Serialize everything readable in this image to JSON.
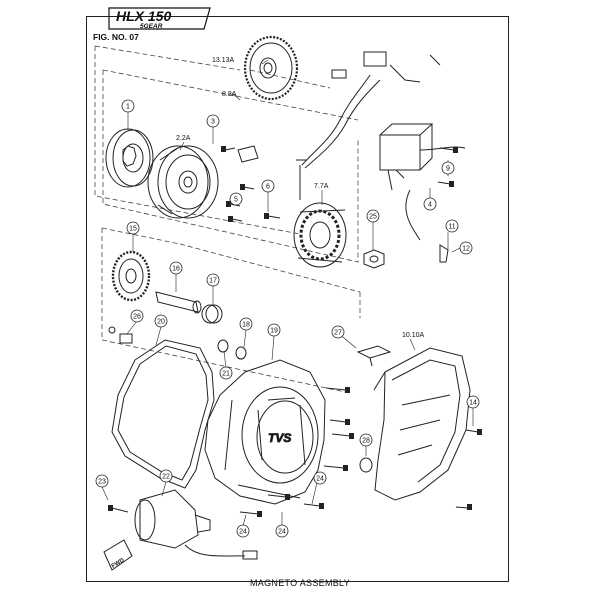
{
  "header": {
    "logo_main": "HLX 150",
    "logo_sub": "5GEAR",
    "figure_no": "FIG. NO. 07"
  },
  "caption": "MAGNETO ASSEMBLY",
  "fwd_label": "FWD",
  "callouts": {
    "c1": "1",
    "c2_2a": "2.2A",
    "c3": "3",
    "c4": "4",
    "c5": "5",
    "c6": "6",
    "c7_7a": "7.7A",
    "c8_8a": "8.8A",
    "c9": "9",
    "c10_10a": "10.10A",
    "c11": "11",
    "c12": "12",
    "c13_13a": "13.13A",
    "c14": "14",
    "c15": "15",
    "c16": "16",
    "c17": "17",
    "c18": "18",
    "c19": "19",
    "c20": "20",
    "c21": "21",
    "c22": "22",
    "c23": "23",
    "c24a": "24",
    "c24b": "24",
    "c24c": "24",
    "c25": "25",
    "c26": "26",
    "c27": "27",
    "c28": "28"
  },
  "cover_logo": "TVS"
}
